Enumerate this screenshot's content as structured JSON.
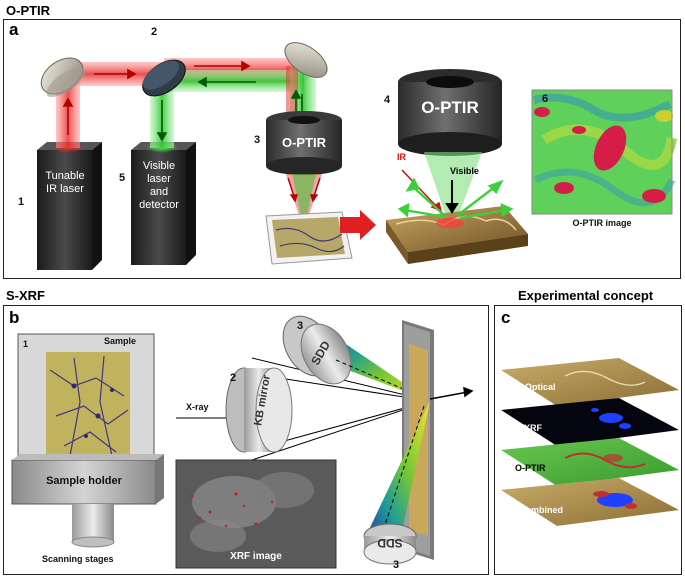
{
  "colors": {
    "ir_red": "#e02020",
    "visible_green": "#3ccf3c",
    "panel_border": "#222222",
    "tower_dark": "#2b2b2b"
  },
  "optir": {
    "section_title": "O-PTIR",
    "panel_letter": "a",
    "num1": "1",
    "num2": "2",
    "num3": "3",
    "num4": "4",
    "num5": "5",
    "num6": "6",
    "ir_laser_label_1": "Tunable",
    "ir_laser_label_2": "IR laser",
    "vis_laser_label_1": "Visible",
    "vis_laser_label_2": "laser",
    "vis_laser_label_3": "and",
    "vis_laser_label_4": "detector",
    "objective_label": "O-PTIR",
    "objective_big_label": "O-PTIR",
    "ir_beam_label": "IR",
    "visible_beam_label": "Visible",
    "image_caption": "O-PTIR image"
  },
  "sxrf": {
    "section_title": "S-XRF",
    "panel_letter": "b",
    "num1": "1",
    "num2": "2",
    "num3a": "3",
    "num3b": "3",
    "sample_label": "Sample",
    "holder_label": "Sample holder",
    "stages_label": "Scanning stages",
    "xray_label": "X-ray",
    "kb_label": "KB mirror",
    "sdd_label": "SDD",
    "xrf_caption": "XRF image"
  },
  "concept": {
    "section_title": "Experimental concept",
    "panel_letter": "c",
    "layers": [
      "Optical",
      "S-XRF",
      "O-PTIR",
      "Combined"
    ]
  }
}
